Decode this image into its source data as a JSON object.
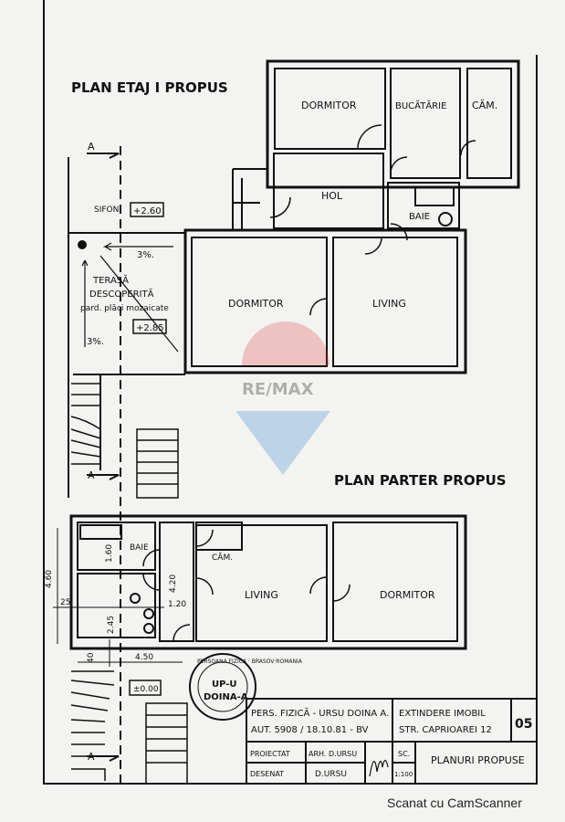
{
  "titles": {
    "upper_plan": "PLAN ETAJ I PROPUS",
    "lower_plan": "PLAN PARTER PROPUS"
  },
  "upper_rooms": {
    "dormitor_top": "DORMITOR",
    "bucatarie": "BUCĂTĂRIE",
    "camara": "CĂM.",
    "hol": "HOL",
    "baie": "BAIE",
    "dormitor": "DORMITOR",
    "living": "LIVING"
  },
  "terrace": {
    "sifon": "SIFON",
    "level_top": "+2.60",
    "slope1": "3%.",
    "line1": "TERASĂ",
    "line2": "DESCOPERITĂ",
    "line3": "pard. plăci mozaicate",
    "level": "+2.85",
    "slope2": "3%."
  },
  "section_marks": {
    "a": "A"
  },
  "lower_rooms": {
    "baie": "BAIE",
    "camara": "CĂM.",
    "living": "LIVING",
    "dormitor": "DORMITOR"
  },
  "dimensions": {
    "d1": "4.60",
    "d2": "25",
    "d3": "1.60",
    "d4": "4.20",
    "d5": "1.20",
    "d6": "2.45",
    "d7": "40",
    "d8": "4.50",
    "level": "±0.00"
  },
  "stamp": {
    "ring": "PERSOANA FIZICA · BRASOV·ROMANIA",
    "line1": "UP-U",
    "line2": "DOINA-A"
  },
  "title_block": {
    "owner_line1": "PERS. FIZICĂ - URSU DOINA A.",
    "owner_line2": "AUT. 5908 / 18.10.81 - BV",
    "project_line1": "EXTINDERE IMOBIL",
    "project_line2": "STR. CAPRIOAREI 12",
    "sheet_no": "05",
    "proiectat_label": "PROIECTAT",
    "proiectat_name": "ARH. D.URSU",
    "desenat_label": "DESENAT",
    "desenat_name": "D.URSU",
    "scale_label": "SC.",
    "scale_value": "1:100",
    "sheet_title": "PLANURI PROPUSE"
  },
  "watermark": {
    "brand": "RE/MAX"
  },
  "footer": {
    "scanner": "Scanat cu CamScanner"
  }
}
